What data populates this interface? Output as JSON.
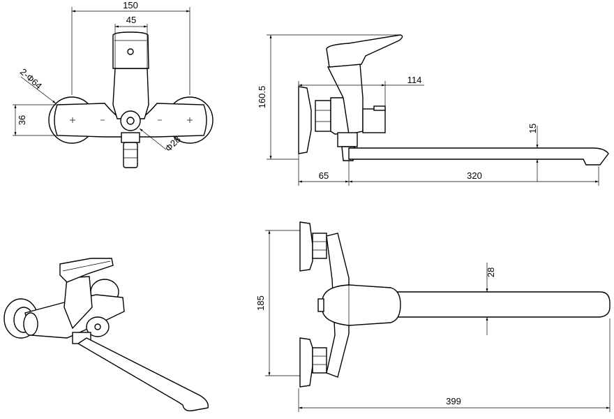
{
  "dimensions": {
    "front_width_overall": "150",
    "front_body_width": "45",
    "front_flange_dia": "2-Φ64",
    "front_height": "36",
    "front_outlet_dia": "Φ28",
    "side_height": "160.5",
    "side_depth": "114",
    "side_spout_height": "15",
    "side_wall_offset": "65",
    "side_spout_length": "320",
    "plan_centers": "185",
    "plan_spout_dia": "28",
    "plan_overall_length": "399"
  }
}
